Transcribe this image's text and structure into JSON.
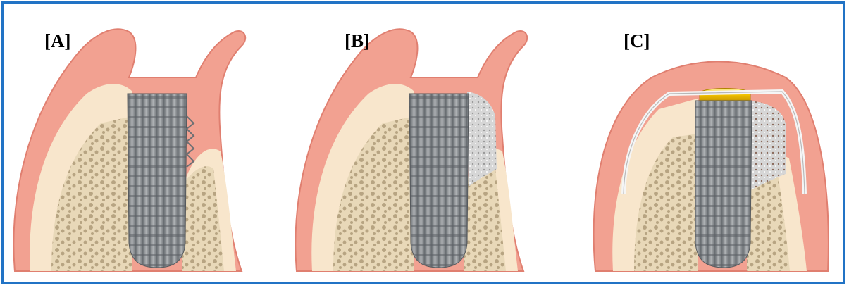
{
  "figure": {
    "border_color": "#2173c5",
    "panels": [
      {
        "id": "A",
        "label": "[A]"
      },
      {
        "id": "B",
        "label": "[B]"
      },
      {
        "id": "C",
        "label": "[C]"
      }
    ]
  },
  "colors": {
    "gingiva": "#f2a191",
    "gingiva_edge": "#e07f70",
    "cortical_bone": "#f8e6cc",
    "cancellous_bone": "#e6d6b4",
    "implant": "#8e9296",
    "graft": "#dcdcdc",
    "healing_cap": "#f4c400",
    "membrane": "#f2f2f2"
  }
}
